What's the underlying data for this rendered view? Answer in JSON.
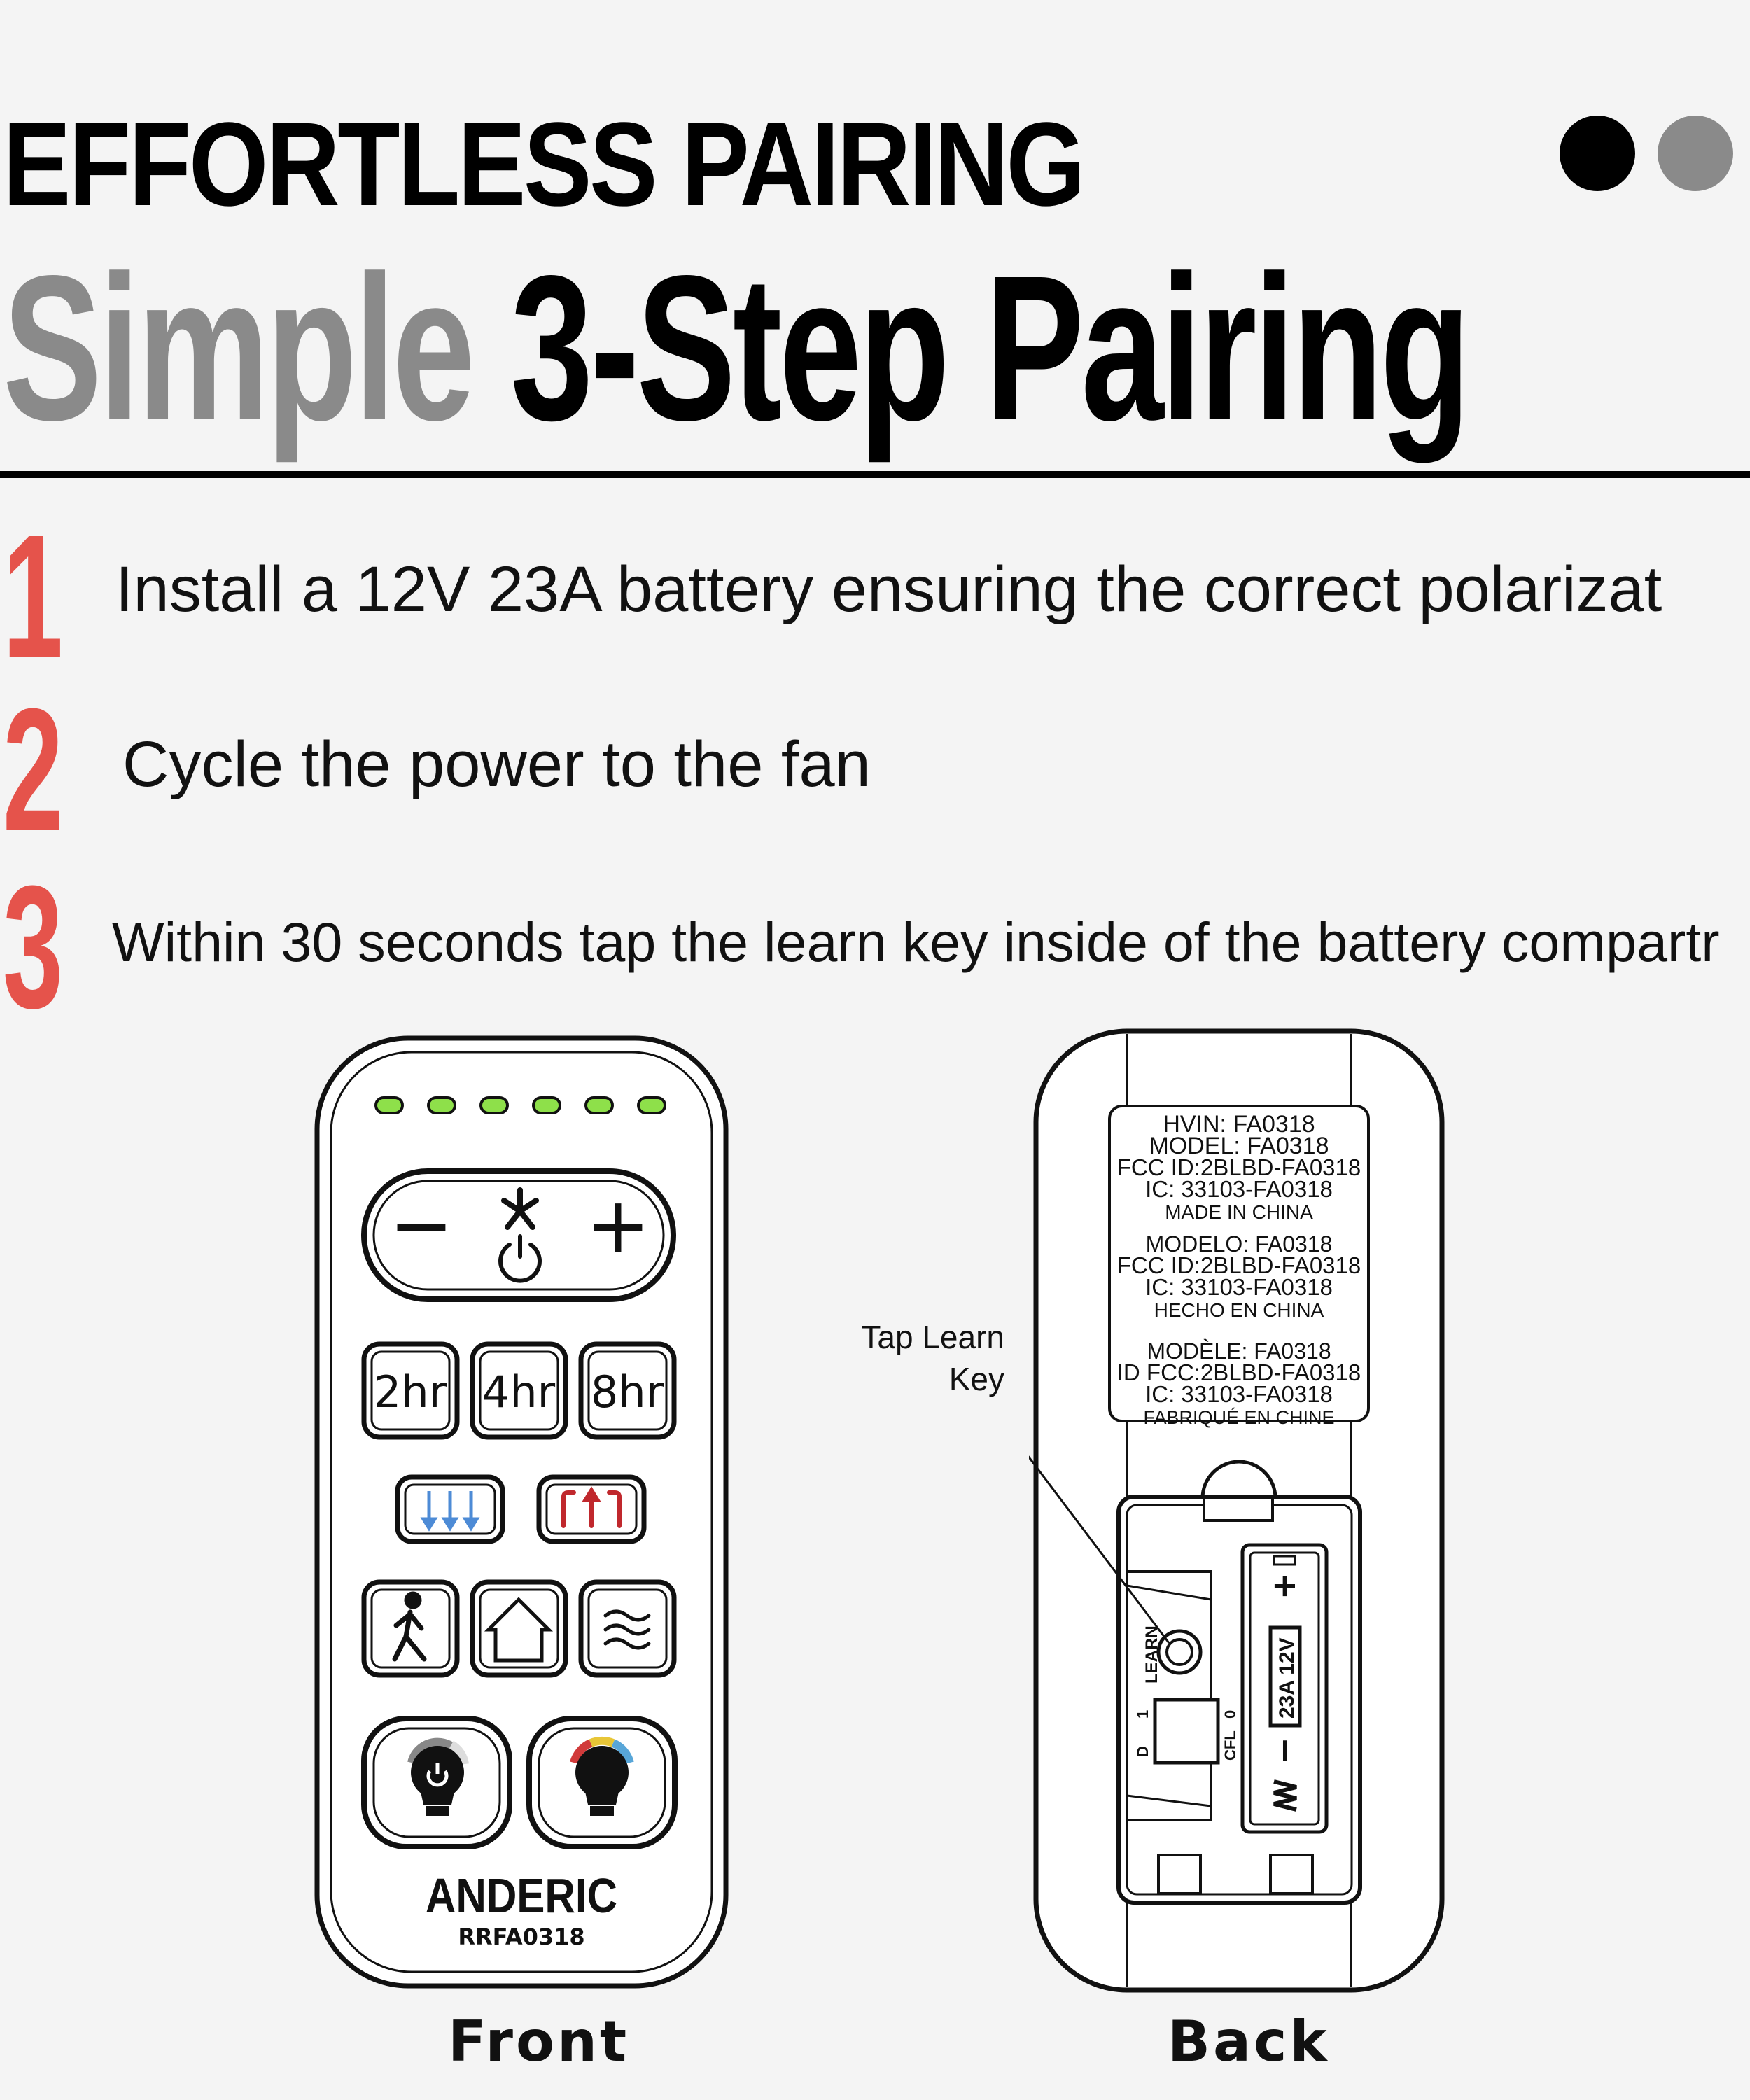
{
  "header": {
    "eyebrow": "EFFORTLESS PAIRING",
    "headline_gray": "Simple",
    "headline_black": "3-Step Pairing"
  },
  "pager": {
    "dots": [
      "#000000",
      "#8a8a8a"
    ]
  },
  "accent_color": "#e5534b",
  "steps": [
    {
      "number": "1",
      "text": "Install a 12V 23A battery ensuring the correct polarizat"
    },
    {
      "number": "2",
      "text": "Cycle the power to the fan"
    },
    {
      "number": "3",
      "text": "Within 30 seconds tap the learn key inside of the battery compartr"
    }
  ],
  "front_remote": {
    "caption": "Front",
    "brand": "ANDERIC",
    "model": "RRFA0318",
    "timer_buttons": [
      "2hr",
      "4hr",
      "8hr"
    ],
    "speed_minus": "−",
    "speed_plus": "+",
    "icons": [
      "fan-icon",
      "power-icon",
      "downdraft-icon",
      "updraft-icon",
      "walk-icon",
      "home-icon",
      "breeze-icon",
      "light-power-icon",
      "light-color-icon"
    ]
  },
  "back_remote": {
    "caption": "Back",
    "callout": [
      "Tap Learn",
      "Key"
    ],
    "label_en": [
      "HVIN: FA0318",
      "MODEL: FA0318",
      "FCC ID:2BLBD-FA0318",
      "IC: 33103-FA0318",
      "MADE IN CHINA"
    ],
    "label_es": [
      "MODELO: FA0318",
      "FCC ID:2BLBD-FA0318",
      "IC: 33103-FA0318",
      "HECHO EN CHINA"
    ],
    "label_fr": [
      "MODÈLE: FA0318",
      "ID FCC:2BLBD-FA0318",
      "IC: 33103-FA0318",
      "FABRIQUÉ EN CHINE"
    ],
    "learn_label": "LEARN",
    "switch_left": [
      "1",
      "D"
    ],
    "switch_right": [
      "0",
      "CFL"
    ],
    "battery_label": "23A 12V",
    "battery_plus": "+",
    "battery_minus": "−"
  }
}
